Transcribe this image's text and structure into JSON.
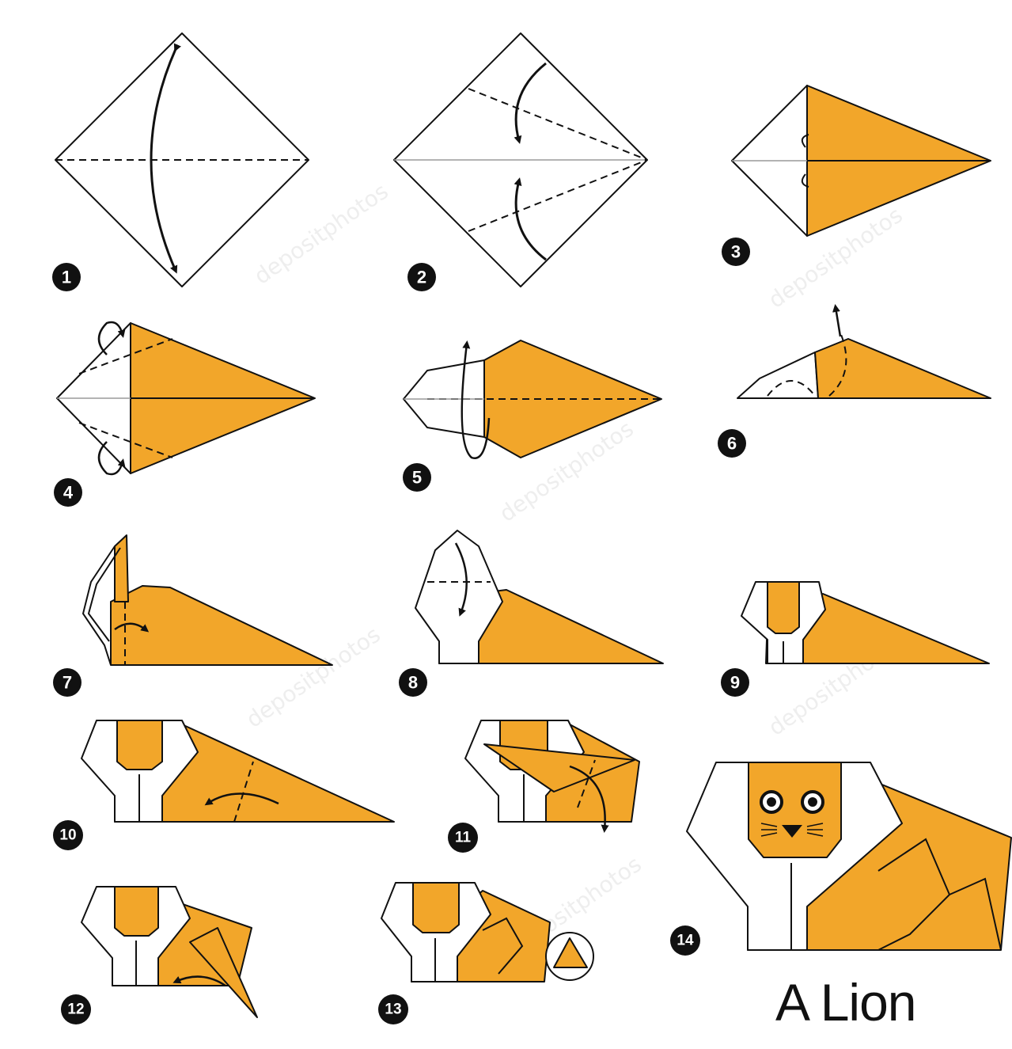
{
  "title": "A Lion",
  "steps": [
    "1",
    "2",
    "3",
    "4",
    "5",
    "6",
    "7",
    "8",
    "9",
    "10",
    "11",
    "12",
    "13",
    "14"
  ],
  "watermark": "depositphotos",
  "colors": {
    "paper": "#f2a62a",
    "outline": "#111111",
    "badge": "#111111"
  }
}
